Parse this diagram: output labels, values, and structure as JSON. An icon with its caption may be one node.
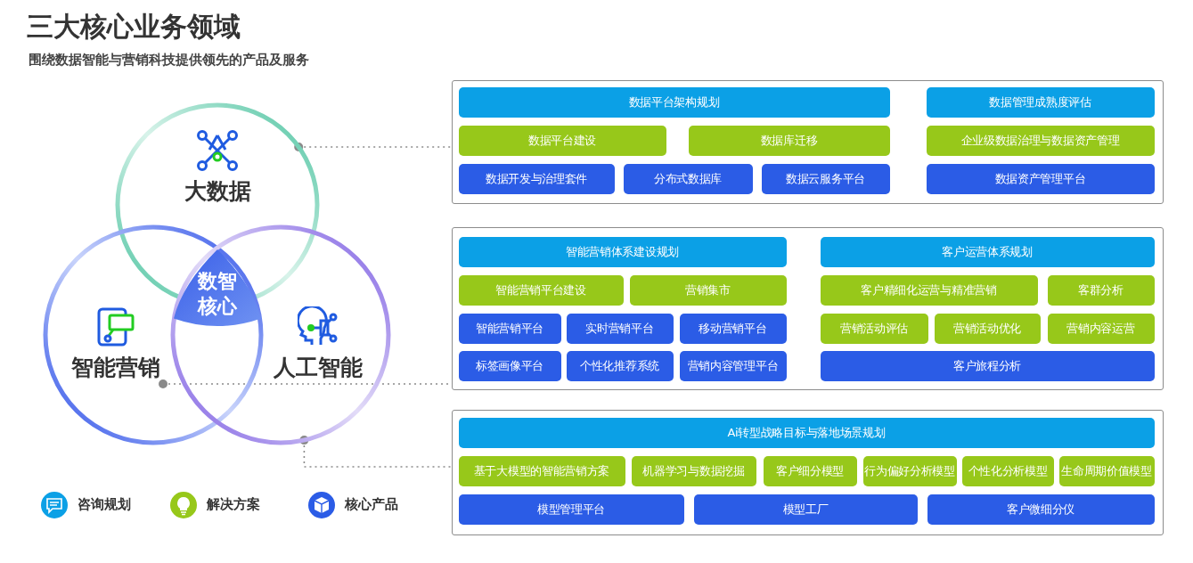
{
  "diagram": {
    "title": "三大核心业务领域",
    "nodes": [
      {
        "text": [
          "大数据"
        ]
      },
      {
        "text": [
          "智能营销"
        ]
      },
      {
        "text": [
          "人工智能"
        ]
      },
      {
        "text": [
          "数智核心"
        ]
      },
      {
        "text": [],
        "shape": "box"
      },
      {
        "text": [],
        "shape": "box"
      },
      {
        "text": [],
        "shape": "box"
      },
      {
        "text": [
          "数据平台架构规划"
        ],
        "in": 4
      },
      {
        "text": [
          "数据管理成熟度评估"
        ],
        "in": 4
      },
      {
        "text": [
          "数据平台建设"
        ],
        "in": 4
      },
      {
        "text": [
          "数据库迁移"
        ],
        "in": 4
      },
      {
        "text": [
          "企业级数据治理与数据资产管理"
        ],
        "in": 4
      },
      {
        "text": [
          "数据开发与治理套件"
        ],
        "in": 4
      },
      {
        "text": [
          "分布式数据库"
        ],
        "in": 4
      },
      {
        "text": [
          "数据云服务平台"
        ],
        "in": 4
      },
      {
        "text": [
          "数据资产管理平台"
        ],
        "in": 4
      },
      {
        "text": [
          "智能营销体系建设规划"
        ],
        "in": 5
      },
      {
        "text": [
          "客户运营体系规划"
        ],
        "in": 5
      },
      {
        "text": [
          "智能营销平台建设"
        ],
        "in": 5
      },
      {
        "text": [
          "营销集市"
        ],
        "in": 5
      },
      {
        "text": [
          "客户精细化运营与精准营销"
        ],
        "in": 5
      },
      {
        "text": [
          "客群分析"
        ],
        "in": 5
      },
      {
        "text": [
          "智能营销平台"
        ],
        "in": 5
      },
      {
        "text": [
          "实时营销平台"
        ],
        "in": 5
      },
      {
        "text": [
          "移动营销平台"
        ],
        "in": 5
      },
      {
        "text": [
          "营销活动评估"
        ],
        "in": 5
      },
      {
        "text": [
          "营销活动优化"
        ],
        "in": 5
      },
      {
        "text": [
          "营销内容运营"
        ],
        "in": 5
      },
      {
        "text": [
          "标签画像平台"
        ],
        "in": 5
      },
      {
        "text": [
          "个性化推荐系统"
        ],
        "in": 5
      },
      {
        "text": [
          "营销内容管理平台"
        ],
        "in": 5
      },
      {
        "text": [
          "客户旅程分析"
        ],
        "in": 5
      },
      {
        "text": [
          "Ai转型战略目标与落地场景规划"
        ],
        "in": 6
      },
      {
        "text": [
          "基于大模型的智能营销方案"
        ],
        "in": 6
      },
      {
        "text": [
          "机器学习与数据挖掘"
        ],
        "in": 6
      },
      {
        "text": [
          "客户细分模型"
        ],
        "in": 6
      },
      {
        "text": [
          "行为偏好分析模型"
        ],
        "in": 6
      },
      {
        "text": [
          "个性化分析模型"
        ],
        "in": 6
      },
      {
        "text": [
          "生命周期价值模型"
        ],
        "in": 6
      },
      {
        "text": [
          "模型管理平台"
        ],
        "in": 6
      },
      {
        "text": [
          "模型工厂"
        ],
        "in": 6
      },
      {
        "text": [
          "客户微细分仪"
        ],
        "in": 6
      }
    ],
    "edges": [
      {
        "from": 0,
        "to": 4,
        "arrow": "other"
      },
      {
        "from": 1,
        "to": 5,
        "arrow": "other"
      },
      {
        "from": 2,
        "to": 6,
        "arrow": "other"
      }
    ],
    "labels": [
      "围绕数据智能与营销科技提供领先的产品及服务"
    ],
    "legend": [
      {
        "text": "咨询规划",
        "color": "#0ba0e6"
      },
      {
        "text": "解决方案",
        "color": "#97c81a"
      },
      {
        "text": "核心产品",
        "color": "#2b5ce6"
      }
    ]
  }
}
